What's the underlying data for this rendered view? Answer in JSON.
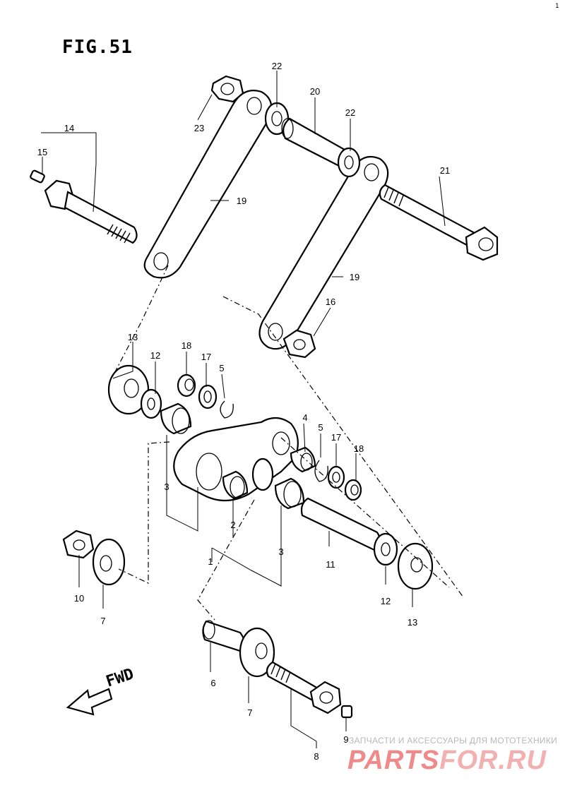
{
  "figure": {
    "title": "FIG.51",
    "corner_mark": "1",
    "fwd_label": "FWD"
  },
  "callouts": [
    {
      "id": "1",
      "text": "1"
    },
    {
      "id": "2",
      "text": "2"
    },
    {
      "id": "3a",
      "text": "3"
    },
    {
      "id": "3b",
      "text": "3"
    },
    {
      "id": "4",
      "text": "4"
    },
    {
      "id": "5a",
      "text": "5"
    },
    {
      "id": "5b",
      "text": "5"
    },
    {
      "id": "6",
      "text": "6"
    },
    {
      "id": "7a",
      "text": "7"
    },
    {
      "id": "7b",
      "text": "7"
    },
    {
      "id": "8",
      "text": "8"
    },
    {
      "id": "9",
      "text": "9"
    },
    {
      "id": "10",
      "text": "10"
    },
    {
      "id": "11",
      "text": "11"
    },
    {
      "id": "12a",
      "text": "12"
    },
    {
      "id": "12b",
      "text": "12"
    },
    {
      "id": "13a",
      "text": "13"
    },
    {
      "id": "13b",
      "text": "13"
    },
    {
      "id": "14",
      "text": "14"
    },
    {
      "id": "15",
      "text": "15"
    },
    {
      "id": "16",
      "text": "16"
    },
    {
      "id": "17a",
      "text": "17"
    },
    {
      "id": "17b",
      "text": "17"
    },
    {
      "id": "18a",
      "text": "18"
    },
    {
      "id": "18b",
      "text": "18"
    },
    {
      "id": "19a",
      "text": "19"
    },
    {
      "id": "19b",
      "text": "19"
    },
    {
      "id": "20",
      "text": "20"
    },
    {
      "id": "21",
      "text": "21"
    },
    {
      "id": "22a",
      "text": "22"
    },
    {
      "id": "22b",
      "text": "22"
    },
    {
      "id": "23",
      "text": "23"
    }
  ],
  "watermark": {
    "tagline": "ЗАПЧАСТИ И АКСЕССУАРЫ ДЛЯ МОТОТЕХНИКИ",
    "logo_part1": "PARTS",
    "logo_part2": "FOR.RU"
  }
}
